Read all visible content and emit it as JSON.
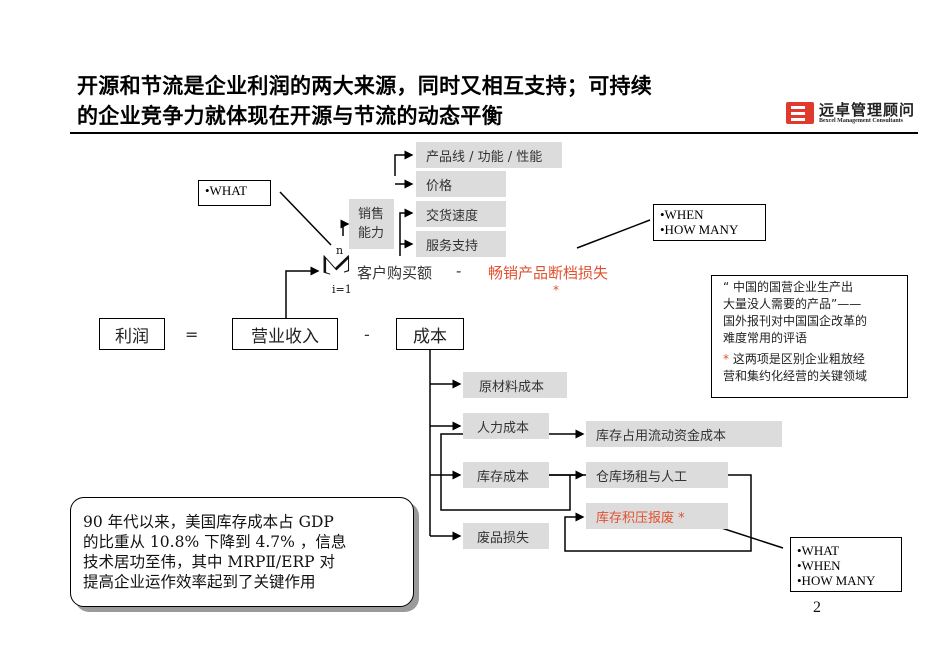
{
  "title": {
    "line1": "开源和节流是企业利润的两大来源，同时又相互支持；可持续",
    "line2": "的企业竞争力就体现在开源与节流的动态平衡"
  },
  "logo": {
    "name_cn": "远卓管理顾问",
    "name_en": "Bexcel Management Consultants"
  },
  "equation": {
    "profit": "利润",
    "equals": "=",
    "revenue": "营业收入",
    "minus": "-",
    "cost": "成本"
  },
  "revenue_formula": {
    "sum_upper": "n",
    "sum_symbol": "∑",
    "sum_lower": "i=1",
    "customer_purchase": "客户购买额",
    "minus": "-",
    "stockout_loss": "畅销产品断档损失",
    "stockout_star": "*"
  },
  "sales_capability": {
    "label_line1": "销售",
    "label_line2": "能力",
    "factors": [
      "产品线 / 功能 / 性能",
      "价格",
      "交货速度",
      "服务支持"
    ]
  },
  "cost_items": [
    "原材料成本",
    "人力成本",
    "库存成本",
    "废品损失"
  ],
  "inventory_cost_items": [
    {
      "label": "库存占用流动资金成本",
      "highlight": false
    },
    {
      "label": "仓库场租与人工",
      "highlight": false
    },
    {
      "label": "库存积压报废 *",
      "highlight": true
    }
  ],
  "callouts": {
    "what": [
      "•WHAT"
    ],
    "when_howmany": [
      "•WHEN",
      "•HOW MANY"
    ],
    "what_when_howmany": [
      "•WHAT",
      "•WHEN",
      "•HOW MANY"
    ]
  },
  "quote_box": {
    "lines": [
      "“ 中国的国营企业生产出",
      "大量没人需要的产品”——",
      "国外报刊对中国国企改革的",
      "难度常用的评语"
    ],
    "note_star": "*",
    "note_lines": [
      "这两项是区别企业粗放经",
      "营和集约化经营的关键领域"
    ]
  },
  "fact_box": {
    "lines": [
      "90 年代以来，美国库存成本占 GDP",
      "的比重从 10.8% 下降到 4.7% ，信息",
      "技术居功至伟，其中 MRPⅡ/ERP 对",
      "提高企业运作效率起到了关键作用"
    ]
  },
  "page_number": "2",
  "colors": {
    "accent_red": "#e2502f",
    "box_gray": "#dcdcdc",
    "logo_red": "#e03a2f"
  }
}
